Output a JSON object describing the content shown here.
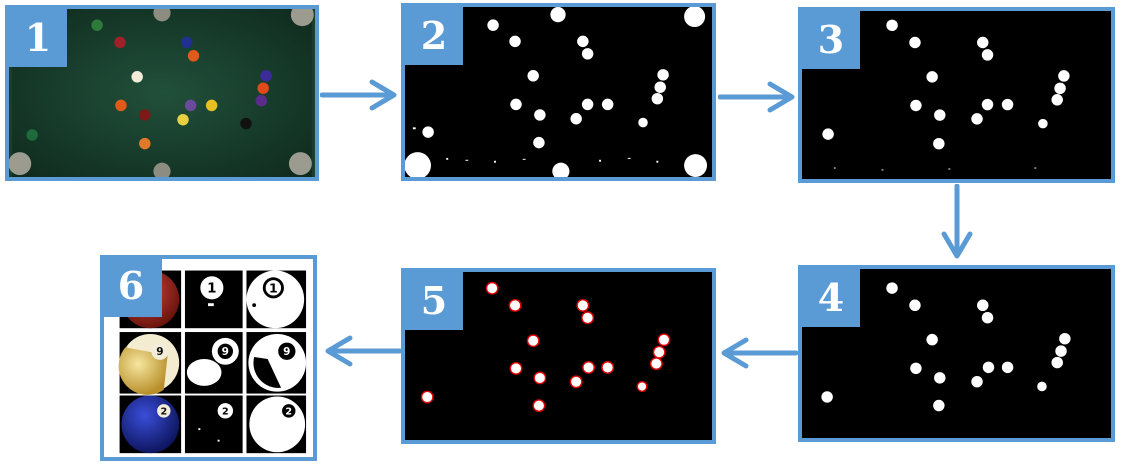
{
  "steps": [
    {
      "label": "1"
    },
    {
      "label": "2"
    },
    {
      "label": "3"
    },
    {
      "label": "4"
    },
    {
      "label": "5"
    },
    {
      "label": "6"
    }
  ],
  "colors": {
    "frame": "#5b9bd5",
    "table_felt": "#1a3d2e",
    "mask_background": "#000000",
    "blob": "#ffffff",
    "detected_circle": "#e00000"
  },
  "icons": [
    "arrow-right-icon",
    "arrow-down-icon",
    "arrow-left-icon"
  ]
}
